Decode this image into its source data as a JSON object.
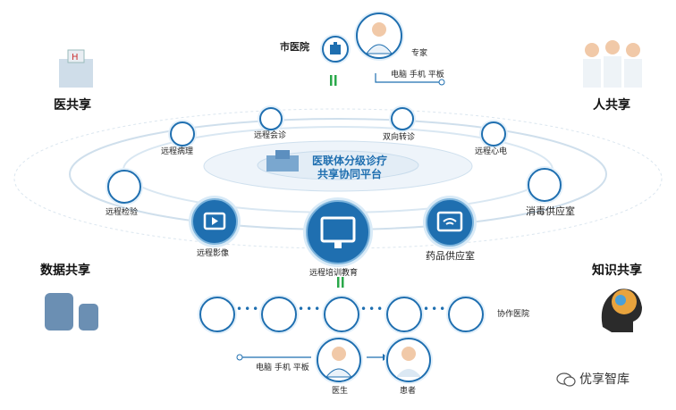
{
  "top": {
    "city_hospital": "市医院",
    "expert": "专家",
    "devices": [
      "电脑",
      "手机",
      "平板"
    ]
  },
  "corners": {
    "doctor_share": "医共享",
    "people_share": "人共享",
    "data_share": "数据共享",
    "knowledge_share": "知识共享"
  },
  "center": {
    "line1": "医联体分级诊疗",
    "line2": "共享协同平台"
  },
  "services": {
    "remote_consult": "远程会诊",
    "two_way_referral": "双向转诊",
    "remote_pathology": "远程病理",
    "remote_ecg": "远程心电",
    "remote_lab": "远程检验",
    "sterile_supply": "消毒供应室",
    "remote_imaging": "远程影像",
    "remote_training": "远程培训教育",
    "pharmacy_supply": "药品供应室"
  },
  "bottom": {
    "cooperating_hospitals": "协作医院",
    "devices": [
      "电脑",
      "手机",
      "平板"
    ],
    "doctor": "医生",
    "patient": "患者"
  },
  "watermark": "优享智库",
  "colors": {
    "primary": "#1f6fb0",
    "accent_green": "#2aa84a",
    "ring": "#d6e6f3"
  }
}
